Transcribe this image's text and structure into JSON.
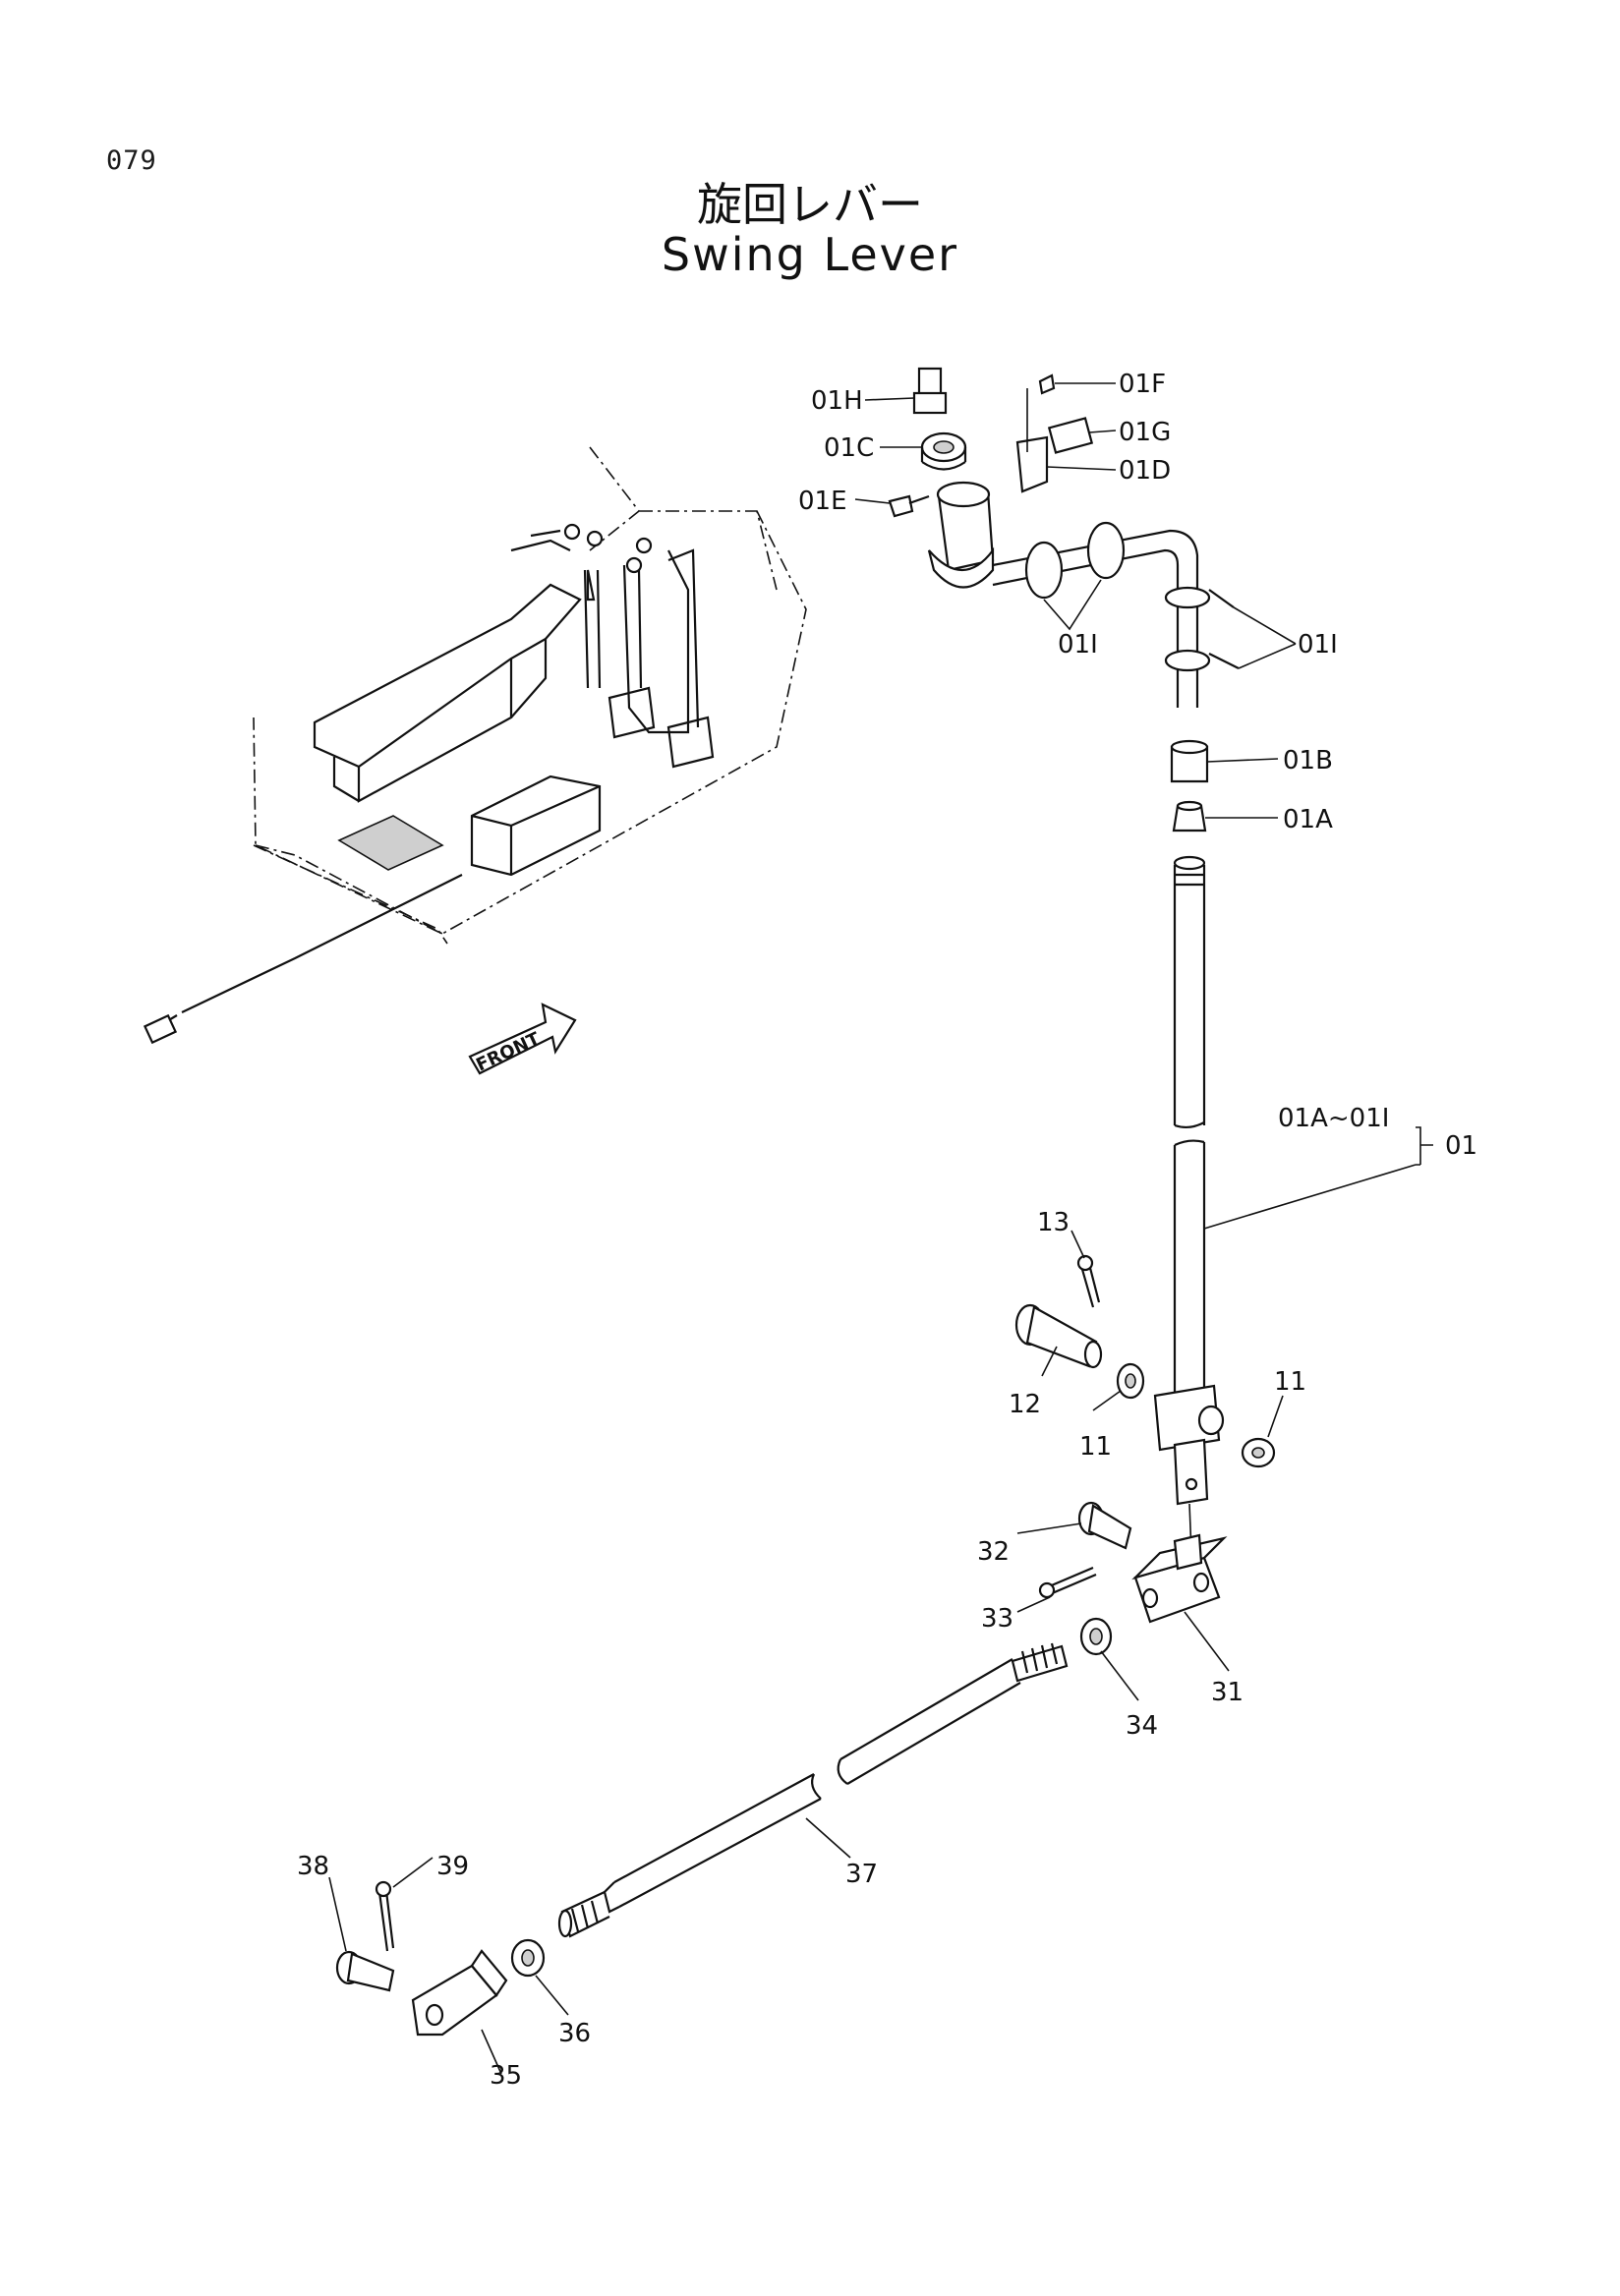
{
  "page_number": "079",
  "title_jp": "旋回レバー",
  "title_en": "Swing Lever",
  "front_label": "FRONT",
  "callouts": {
    "c01H": "01H",
    "c01F": "01F",
    "c01C": "01C",
    "c01G": "01G",
    "c01D": "01D",
    "c01E": "01E",
    "c01I_a": "01I",
    "c01I_b": "01I",
    "c01B": "01B",
    "c01A": "01A",
    "c01A_01I": "01A~01I",
    "c01": "01",
    "c13": "13",
    "c12": "12",
    "c11_a": "11",
    "c11_b": "11",
    "c32": "32",
    "c33": "33",
    "c31": "31",
    "c34": "34",
    "c37": "37",
    "c38": "38",
    "c39": "39",
    "c36": "36",
    "c35": "35"
  }
}
